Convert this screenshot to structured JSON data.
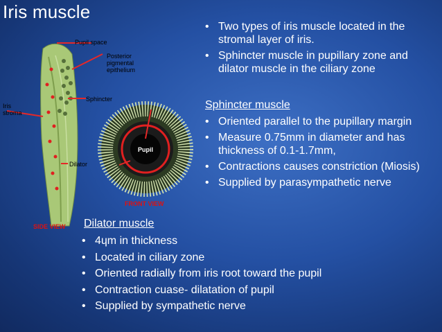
{
  "slide": {
    "title": "Iris muscle",
    "intro_bullets": [
      "Two types of iris muscle located in the stromal layer of iris.",
      "Sphincter muscle in pupillary zone and  dilator muscle in the ciliary zone"
    ],
    "sphincter": {
      "heading": "Sphincter muscle",
      "bullets": [
        "Oriented parallel to the pupillary margin",
        "Measure 0.75mm in diameter and has thickness of 0.1-1.7mm,",
        "Contractions causes constriction (Miosis)",
        "Supplied by parasympathetic nerve"
      ]
    },
    "dilator": {
      "heading": "Dilator muscle",
      "bullets": [
        "4ɥm in thickness",
        "Located in ciliary zone",
        "Oriented radially from iris root toward the pupil",
        "Contraction cuase- dilatation of pupil",
        "Supplied by sympathetic nerve"
      ]
    }
  },
  "figure": {
    "labels": {
      "pupil_space": "Pupil space",
      "posterior_1": "Posterior",
      "posterior_2": "pigmental",
      "posterior_3": "epithelium",
      "sphincter": "Sphincter",
      "iris_1": "Iris",
      "iris_2": "stroma",
      "dilator": "Dilator",
      "pupil": "Pupil",
      "front_view": "FRONT VIEW",
      "side_view": "SIDE VIEW"
    },
    "colors": {
      "iris_green": "#a9c877",
      "muscle_red": "#e02020",
      "pointer_red": "#e62828"
    }
  }
}
